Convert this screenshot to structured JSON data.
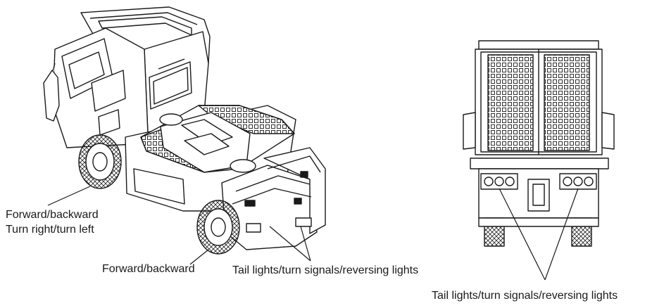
{
  "labels": {
    "front_wheel": [
      "Forward/backward",
      "Turn right/turn left"
    ],
    "rear_wheel": "Forward/backward",
    "tail_lights_side": "Tail lights/turn signals/reversing lights",
    "tail_lights_rear": "Tail lights/turn signals/reversing lights"
  },
  "colors": {
    "line": "#1a1a1a",
    "background": "#ffffff"
  }
}
